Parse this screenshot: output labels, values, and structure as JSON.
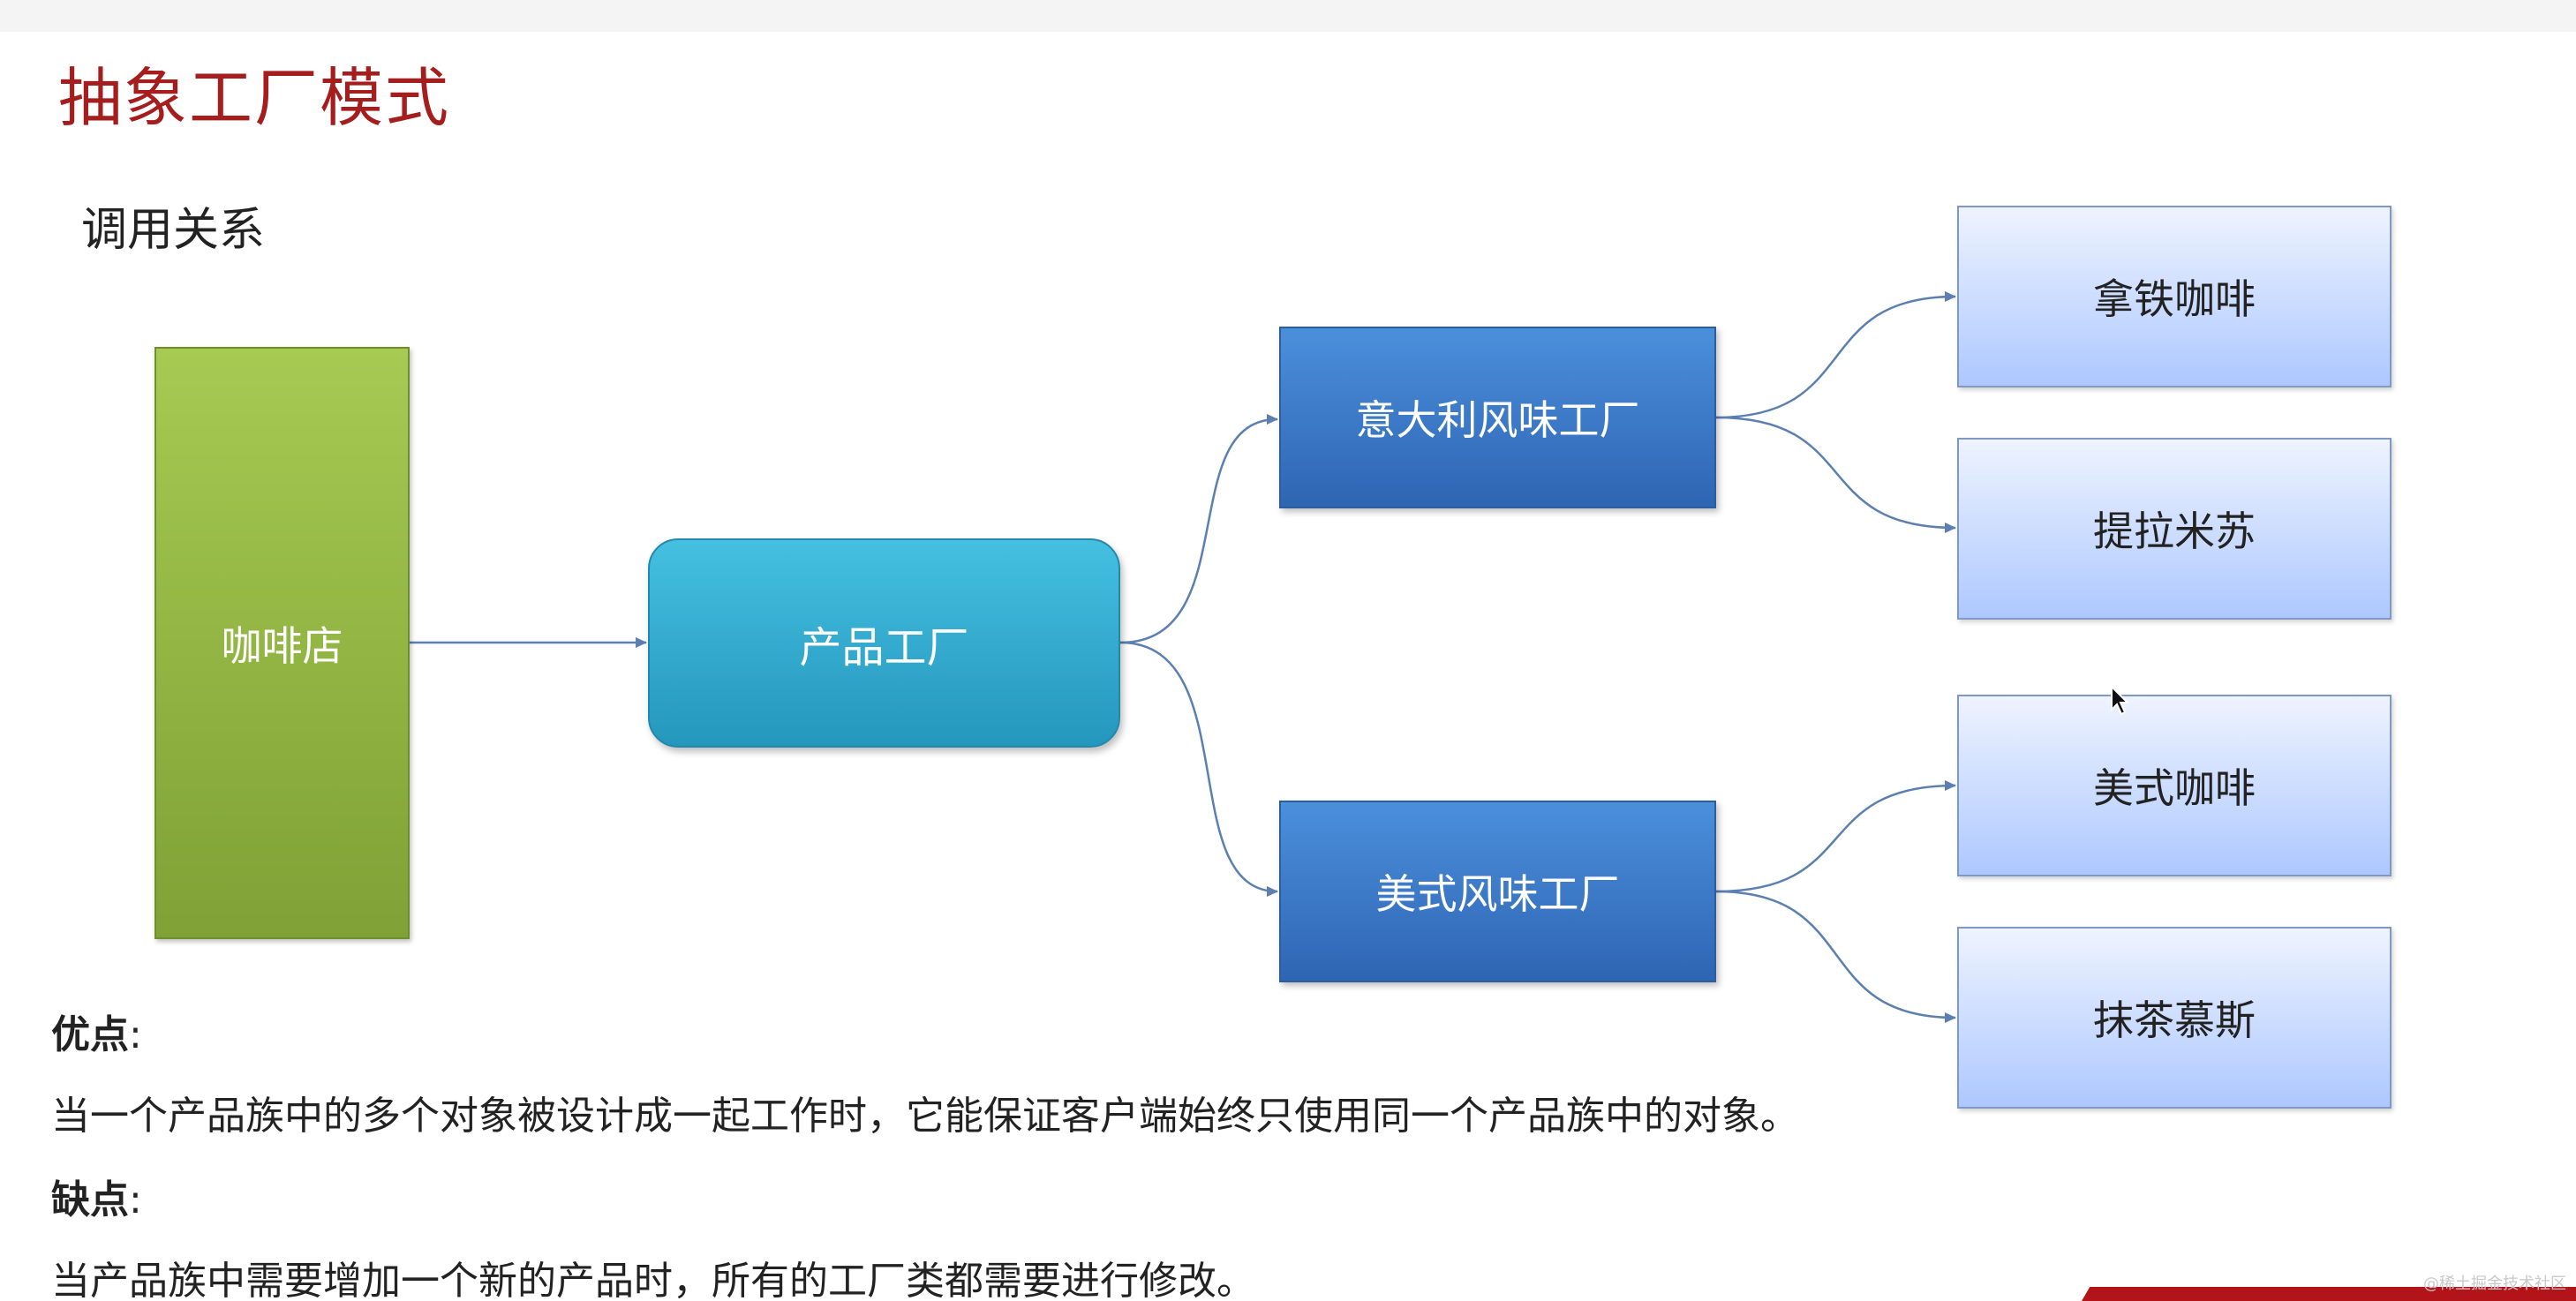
{
  "slide": {
    "title": "抽象工厂模式",
    "subtitle": "调用关系"
  },
  "diagram": {
    "shop": "咖啡店",
    "factory": "产品工厂",
    "italian_factory": "意大利风味工厂",
    "american_factory": "美式风味工厂",
    "latte": "拿铁咖啡",
    "tiramisu": "提拉米苏",
    "american_coffee": "美式咖啡",
    "matcha_mousse": "抹茶慕斯"
  },
  "notes": {
    "pros_label": "优点",
    "pros_text": "当一个产品族中的多个对象被设计成一起工作时，它能保证客户端始终只使用同一个产品族中的对象。",
    "cons_label": "缺点",
    "cons_text": "当产品族中需要增加一个新的产品时，所有的工厂类都需要进行修改。",
    "colon": ":"
  },
  "footer": {
    "watermark": "@稀土掘金技术社区"
  },
  "colors": {
    "title": "#a51d1d",
    "shop": "#8fb13f",
    "factory": "#35aed3",
    "concrete_factory": "#3d7ac6",
    "product": "#c8d9ff",
    "connector": "#5b7fb0"
  }
}
